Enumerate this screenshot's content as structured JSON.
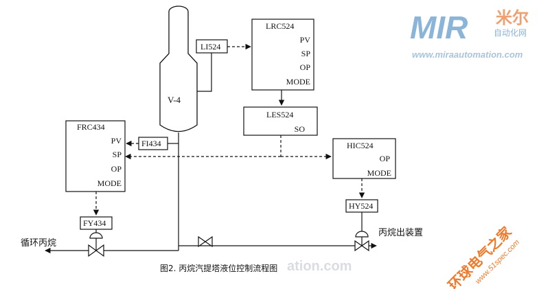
{
  "vessel": {
    "label": "V-4"
  },
  "transmitters": {
    "level": "LI524",
    "flow": "FI434"
  },
  "controllers": {
    "lrc": {
      "tag": "LRC524",
      "fields": [
        "PV",
        "SP",
        "OP",
        "MODE"
      ]
    },
    "frc": {
      "tag": "FRC434",
      "fields": [
        "PV",
        "SP",
        "OP",
        "MODE"
      ]
    },
    "hic": {
      "tag": "HIC524",
      "fields": [
        "OP",
        "MODE"
      ]
    },
    "les": {
      "tag": "LES524",
      "fields": [
        "SO"
      ]
    }
  },
  "valve_tags": {
    "fy": "FY434",
    "hy": "HY524"
  },
  "streams": {
    "left": "循环丙烷",
    "right": "丙烷出装置"
  },
  "caption": "图2.  丙烷汽提塔液位控制流程图",
  "watermarks": {
    "logo_brand": "MIR",
    "logo_cn": "米尔",
    "logo_sub": "自动化网",
    "url": "www.miraautomation.com",
    "center": "ation.com",
    "corner_cn": "环球电气之家",
    "corner_url": "www.51spec.com"
  },
  "colors": {
    "line": "#111111",
    "logo_blue": "#8ab4d8",
    "logo_orange": "#f0a070",
    "corner_orange": "#f07a2a"
  }
}
